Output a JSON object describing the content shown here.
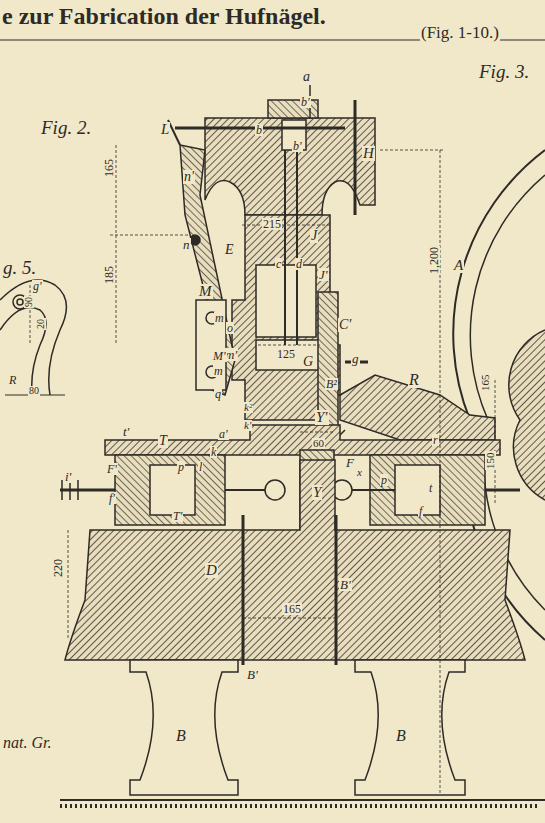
{
  "diagram": {
    "title": "e zur Fabrication der Hufnägel.",
    "labels": [
      "(Fig. 1-10.)",
      "Fig. 3.",
      "Fig. 2.",
      "g. 5.",
      "L",
      "a",
      "b'",
      "b",
      "b'",
      "H",
      "n'",
      "165",
      "n",
      "E",
      "215",
      "J",
      "c",
      "d",
      "J'",
      "185",
      "M",
      "m",
      "o",
      "m'",
      "125",
      "G",
      "C'",
      "1,200",
      "A",
      "M'",
      "m",
      "q",
      "B²",
      "g",
      "R",
      "165",
      "k²",
      "k'",
      "Y'",
      "60",
      "t'",
      "T",
      "a'",
      "k",
      "r",
      "i'",
      "F'",
      "p",
      "l",
      "F",
      "x",
      "p",
      "t",
      "150",
      "Y",
      "T'",
      "f'",
      "f",
      "220",
      "D",
      "B'",
      "B'",
      "165",
      "B",
      "B",
      "nat. Gr.",
      "g'",
      "90",
      "20",
      "80",
      "R"
    ]
  }
}
